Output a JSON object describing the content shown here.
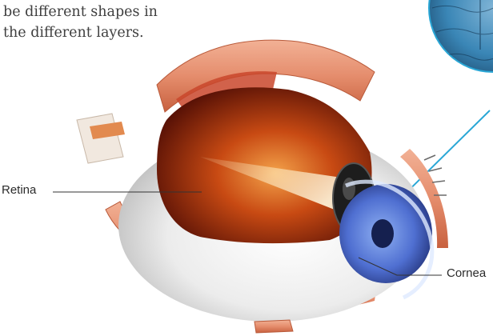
{
  "intro_text": {
    "line1": "be different shapes in",
    "line2": "the different layers."
  },
  "labels": {
    "retina": "Retina",
    "cornea": "Cornea"
  },
  "colors": {
    "muscle": "#e58d6d",
    "muscle_dark": "#c8613f",
    "sclera": "#efefef",
    "iris": "#4f6fd1",
    "interior": "#c84a13",
    "pointer_line": "#2aa7d6",
    "magnified_tissue": "#3a86b6"
  }
}
